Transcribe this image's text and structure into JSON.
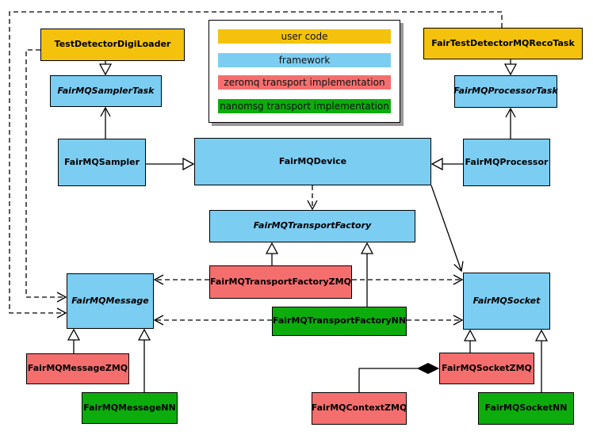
{
  "diagram": {
    "type": "uml-class-diagram",
    "colors": {
      "user_code": "#F4C20D",
      "framework": "#7CCDF2",
      "zeromq_impl": "#F56E6E",
      "nanomsg_impl": "#0CAC0C",
      "line": "#000000",
      "background": "#FFFFFF"
    },
    "legend": {
      "items": [
        {
          "label": "user code",
          "color": "#F4C20D"
        },
        {
          "label": "framework",
          "color": "#7CCDF2"
        },
        {
          "label": "zeromq transport implementation",
          "color": "#F56E6E"
        },
        {
          "label": "nanomsg transport implementation",
          "color": "#0CAC0C"
        }
      ]
    },
    "nodes": {
      "test_detector_digi_loader": {
        "label": "TestDetectorDigiLoader",
        "category": "user code"
      },
      "fair_test_detector_mq_reco_task": {
        "label": "FairTestDetectorMQRecoTask",
        "category": "user code"
      },
      "sampler_task": {
        "label": "FairMQSamplerTask",
        "category": "framework",
        "abstract": true
      },
      "processor_task": {
        "label": "FairMQProcessorTask",
        "category": "framework",
        "abstract": true
      },
      "sampler": {
        "label": "FairMQSampler",
        "category": "framework"
      },
      "device": {
        "label": "FairMQDevice",
        "category": "framework"
      },
      "processor": {
        "label": "FairMQProcessor",
        "category": "framework"
      },
      "transport_factory": {
        "label": "FairMQTransportFactory",
        "category": "framework",
        "abstract": true
      },
      "transport_factory_zmq": {
        "label": "FairMQTransportFactoryZMQ",
        "category": "zeromq transport implementation"
      },
      "transport_factory_nn": {
        "label": "FairMQTransportFactoryNN",
        "category": "nanomsg transport implementation"
      },
      "message": {
        "label": "FairMQMessage",
        "category": "framework",
        "abstract": true
      },
      "socket": {
        "label": "FairMQSocket",
        "category": "framework",
        "abstract": true
      },
      "message_zmq": {
        "label": "FairMQMessageZMQ",
        "category": "zeromq transport implementation"
      },
      "message_nn": {
        "label": "FairMQMessageNN",
        "category": "nanomsg transport implementation"
      },
      "context_zmq": {
        "label": "FairMQContextZMQ",
        "category": "zeromq transport implementation"
      },
      "socket_zmq": {
        "label": "FairMQSocketZMQ",
        "category": "zeromq transport implementation"
      },
      "socket_nn": {
        "label": "FairMQSocketNN",
        "category": "nanomsg transport implementation"
      }
    },
    "edges": [
      {
        "from": "test_detector_digi_loader",
        "to": "sampler_task",
        "type": "inheritance-hollow-triangle"
      },
      {
        "from": "fair_test_detector_mq_reco_task",
        "to": "processor_task",
        "type": "inheritance-hollow-triangle"
      },
      {
        "from": "sampler",
        "to": "device",
        "type": "inheritance-hollow-triangle"
      },
      {
        "from": "processor",
        "to": "device",
        "type": "inheritance-hollow-triangle"
      },
      {
        "from": "transport_factory_zmq",
        "to": "transport_factory",
        "type": "inheritance-hollow-triangle"
      },
      {
        "from": "transport_factory_nn",
        "to": "transport_factory",
        "type": "inheritance-hollow-triangle"
      },
      {
        "from": "message_zmq",
        "to": "message",
        "type": "inheritance-hollow-triangle"
      },
      {
        "from": "message_nn",
        "to": "message",
        "type": "inheritance-hollow-triangle"
      },
      {
        "from": "socket_zmq",
        "to": "socket",
        "type": "inheritance-hollow-triangle"
      },
      {
        "from": "socket_nn",
        "to": "socket",
        "type": "inheritance-hollow-triangle"
      },
      {
        "from": "sampler",
        "to": "sampler_task",
        "type": "inheritance-open-arrow"
      },
      {
        "from": "processor",
        "to": "processor_task",
        "type": "inheritance-open-arrow"
      },
      {
        "from": "device",
        "to": "socket",
        "type": "association-open-arrow"
      },
      {
        "from": "device",
        "to": "transport_factory",
        "type": "dependency-dashed"
      },
      {
        "from": "test_detector_digi_loader",
        "to": "message",
        "type": "dependency-dashed"
      },
      {
        "from": "fair_test_detector_mq_reco_task",
        "to": "message",
        "type": "dependency-dashed"
      },
      {
        "from": "transport_factory_zmq",
        "to": "message",
        "type": "dependency-dashed"
      },
      {
        "from": "transport_factory_zmq",
        "to": "socket",
        "type": "dependency-dashed"
      },
      {
        "from": "transport_factory_nn",
        "to": "message",
        "type": "dependency-dashed"
      },
      {
        "from": "transport_factory_nn",
        "to": "socket",
        "type": "dependency-dashed"
      },
      {
        "from": "context_zmq",
        "to": "socket_zmq",
        "type": "composition-filled-diamond"
      }
    ]
  }
}
